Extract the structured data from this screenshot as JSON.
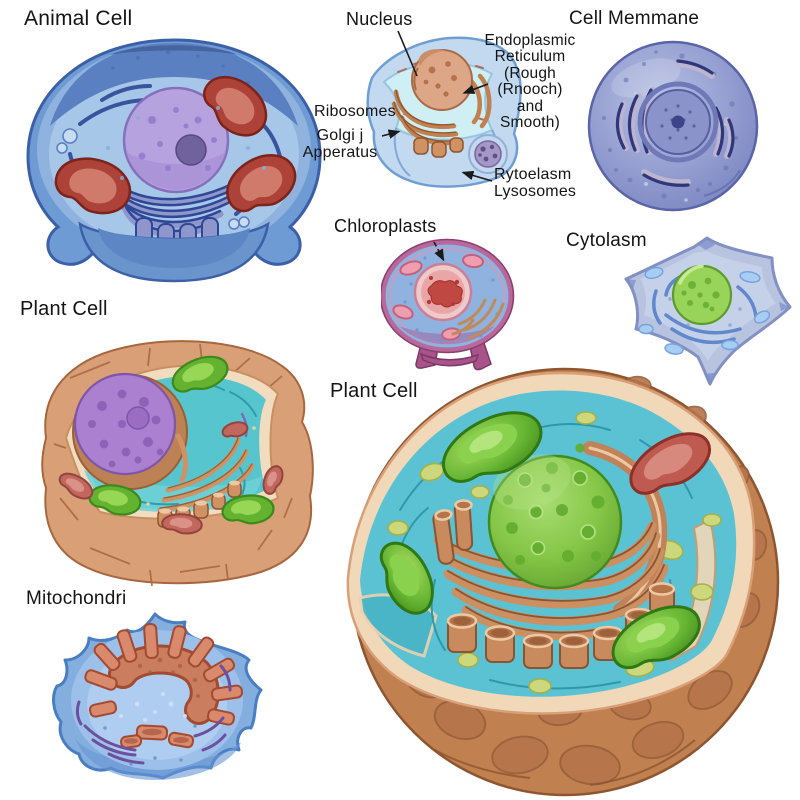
{
  "figure": {
    "background": "#ffffff",
    "type": "biology-cell-diagram"
  },
  "labels": {
    "animal_cell": "Animal Cell",
    "nucleus": "Nucleus",
    "endoplasmic_reticulum": "Endoplasmic\nReticulum\n(Rough\n(Rnooch)\nand\nSmooth)",
    "ribosomes": "Ribosomes",
    "golgi_apparatus": "Golgi j\nApperatus",
    "lysosomes": "Rytoelasm\nLysosomes",
    "cell_membrane": "Cell Memmane",
    "chloroplasts": "Chloroplasts",
    "cytoplasm": "Cytolasm",
    "plant_cell_small": "Plant Cell",
    "plant_cell_large": "Plant Cell",
    "mitochondria": "Mitochondri"
  },
  "illustrations": {
    "animal_cell": {
      "body": "#6f9bd4",
      "interior": "#a7c7e8",
      "nucleus": "#b7a2e0",
      "nucleolus": "#70619f",
      "mitochondria": "#ad4238",
      "er_golgi": "#2e4796"
    },
    "organelle_cube_cell": {
      "body": "#c2d9f0",
      "interior": "#cfeff4",
      "nucleus": "#dca687",
      "golgi": "#c08050",
      "lysosome": "#a598c6"
    },
    "cell_membrane_sphere": {
      "body": "#8d97cc",
      "nucleus": "#8b94ca",
      "slits": "#2f3778"
    },
    "chloroplast_cell": {
      "membrane": "#b8689a",
      "interior": "#8fb2de",
      "nucleus": "#eaa6a6",
      "core": "#c04742",
      "vesicles": "#ee9eae",
      "legs": "#a8548a"
    },
    "cytoplasm_cell": {
      "body": "#b8c3e0",
      "nucleus": "#98d35a",
      "curls": "#6088cc"
    },
    "plant_cell_small": {
      "wall": "#d9a078",
      "rim": "#f2dcc0",
      "cytoplasm": "#57c5cd",
      "nucleus": "#ab80d0",
      "golgi": "#d09263",
      "chloroplast": "#63b230",
      "mitochondria": "#c2675e"
    },
    "plant_cell_large": {
      "wall": "#c08050",
      "rim": "#f0d8b8",
      "cytoplasm": "#5ac2d2",
      "nucleus": "#7cc34c",
      "er": "#cc8f62",
      "chloroplast": "#5fb22e",
      "mitochondria": "#bf5a50",
      "granules": "#cdd87c"
    },
    "mitochondria_cell": {
      "body": "#84aede",
      "cristae": "#d9896c",
      "cristae_edge": "#a34a30",
      "streaks": "#6d4f9e"
    }
  },
  "annotation_color": "#1a1a1a"
}
